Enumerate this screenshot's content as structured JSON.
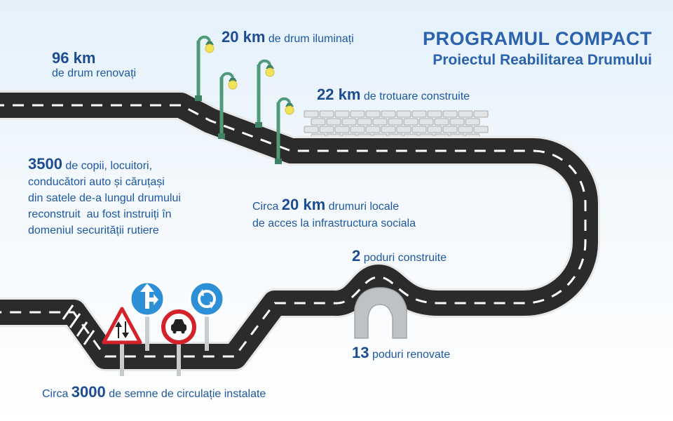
{
  "title": {
    "main": "PROGRAMUL COMPACT",
    "sub": "Proiectul Reabilitarea Drumului"
  },
  "stats": {
    "roads_renovated": {
      "value": "96 km",
      "text": "de drum renovați"
    },
    "lighting": {
      "value": "20 km",
      "text": "de drum iluminați"
    },
    "sidewalks": {
      "value": "22 km",
      "text": "de trotuare construite"
    },
    "training": {
      "value": "3500",
      "line1": "de copii, locuitori,",
      "line2": "conducători auto și căruțași",
      "line3": "din satele de-a lungul drumului",
      "line4": "reconstruit  au fost instruiți în",
      "line5": "domeniul securității rutiere"
    },
    "local_roads": {
      "prefix": "Circa",
      "value": "20 km",
      "text": "drumuri locale",
      "line2": "de acces la infrastructura sociala"
    },
    "bridges_built": {
      "value": "2",
      "text": "poduri construite"
    },
    "bridges_renovated": {
      "value": "13",
      "text": "poduri renovate"
    },
    "road_signs": {
      "prefix": "Circa",
      "value": "3000",
      "text": "de semne de circulație instalate"
    }
  },
  "colors": {
    "heading": "#2a62ae",
    "label": "#1d58a3",
    "road": "#2b2b2b",
    "lamp_pole": "#4f9a78",
    "lamp_bulb": "#f1e35a",
    "sign_blue": "#2d8fd6",
    "sign_red": "#d3222a"
  },
  "icons": [
    "street-lamp-icon",
    "brick-sidewalk-icon",
    "bridge-arch-icon",
    "warning-triangle-sign-icon",
    "no-overtaking-sign-icon",
    "direction-arrow-sign-icon",
    "roundabout-sign-icon"
  ]
}
